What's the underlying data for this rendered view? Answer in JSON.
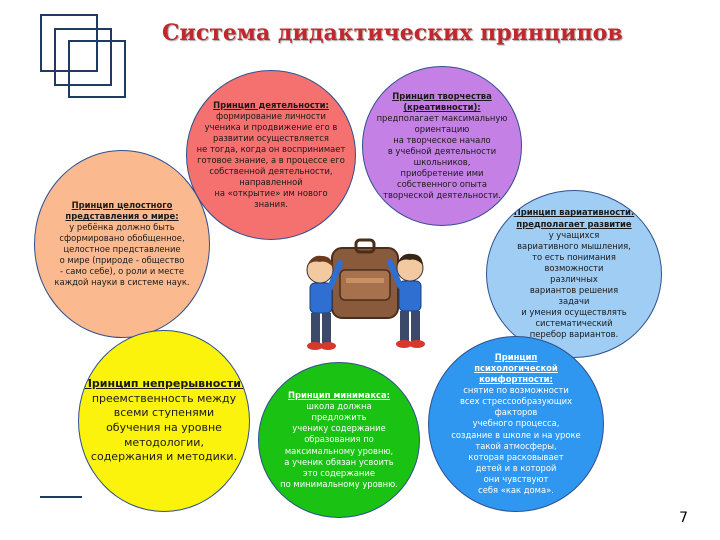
{
  "slide": {
    "title": "Система дидактических принципов",
    "page_number": "7"
  },
  "principles": {
    "activity": {
      "heading": "Принцип деятельности:",
      "text": "формирование личности\nученика и продвижение его в\nразвитии осуществляется\nне тогда, когда он воспринимает\nготовое знание, а в процессе его\nсобственной деятельности,\nнаправленной\nна «открытие» им нового\nзнания."
    },
    "creativity": {
      "heading": "Принцип творчества\n(креативности):",
      "text": "предполагает максимальную\nориентацию\nна творческое начало\nв учебной деятельности\nшкольников,\nприобретение ими\nсобственного опыта\nтворческой деятельности."
    },
    "integral": {
      "heading": "Принцип целостного\nпредставления о мире:",
      "text": "у ребёнка должно быть\nсформировано обобщенное,\nцелостное представление\nо мире (природе - общество\n- само себе), о роли и месте\nкаждой науки в системе наук."
    },
    "variative": {
      "heading": "Принцип вариативности:\nпредполагает развитие",
      "text": "у учащихся\nвариативного мышления,\nто есть понимания\nвозможности\nразличных\nвариантов решения\nзадачи\nи умения осуществлять\nсистематический\nперебор вариантов."
    },
    "continuity": {
      "heading": "Принцип непрерывности:",
      "text": "преемственность между\nвсеми ступенями\nобучения на уровне\nметодологии,\nсодержания и методики."
    },
    "minimax": {
      "heading": "Принцип минимакса:",
      "text": "школа должна\nпредложить\nученику содержание\nобразования по\nмаксимальному уровню,\nа ученик обязан усвоить\nэто содержание\nпо минимальному уровню."
    },
    "psych": {
      "heading": "Принцип\nпсихологической\nкомфортности:",
      "text": "снятие по возможности\nвсех стрессообразующих\nфакторов\nучебного процесса,\nсоздание в школе и на уроке\nтакой атмосферы,\nкоторая расковывает\nдетей и в которой\nони чувствуют\nсебя «как дома»."
    }
  },
  "colors": {
    "title": "#c0282d",
    "activity": "#f4716f",
    "creativity": "#c480e4",
    "integral": "#fbb98f",
    "variative": "#9fcdf3",
    "continuity": "#fbf30c",
    "minimax": "#19c213",
    "psych": "#2f97f0"
  },
  "icons": {
    "logo": "nested-squares-logo",
    "illustration": "kids-with-backpack-illustration"
  }
}
